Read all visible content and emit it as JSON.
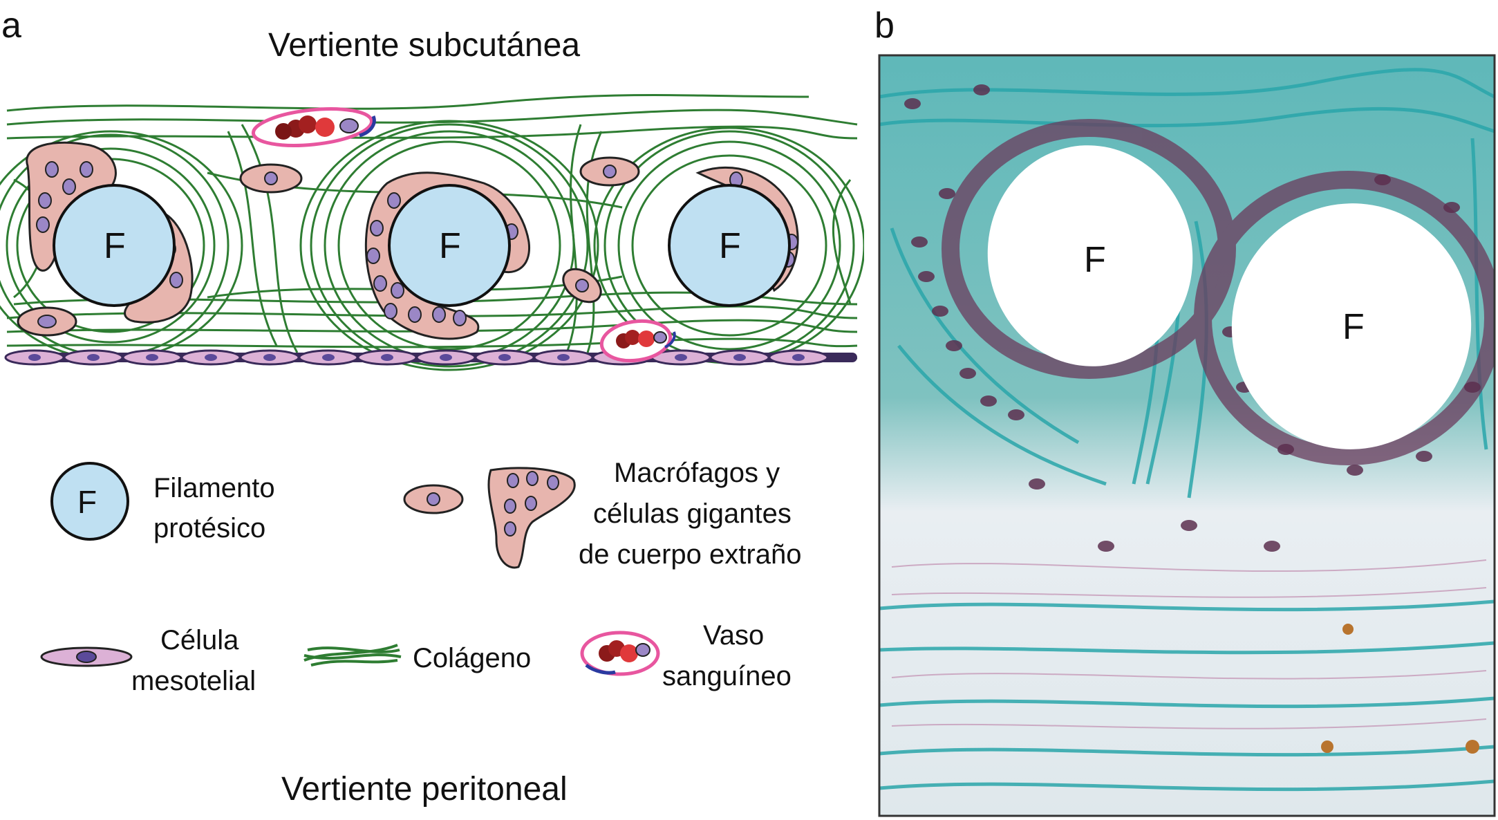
{
  "panel_a": {
    "letter": "a",
    "top_title": "Vertiente subcutánea",
    "bottom_title": "Vertiente peritoneal",
    "filament_letter": "F",
    "legend": {
      "filament": {
        "symbol": "F",
        "line1": "Filamento",
        "line2": "protésico"
      },
      "macrophages": {
        "line1": "Macrófagos y",
        "line2": "células gigantes",
        "line3": "de cuerpo extraño"
      },
      "mesothelial": {
        "line1": "Célula",
        "line2": "mesotelial"
      },
      "collagen": {
        "line1": "Colágeno"
      },
      "vessel": {
        "line1": "Vaso",
        "line2": "sanguíneo"
      }
    }
  },
  "panel_b": {
    "letter": "b",
    "label_left": "F",
    "label_right": "F"
  },
  "colors": {
    "filament": "#bfe0f2",
    "macrophage": "#e7b5ae",
    "nucleus": "#9b87c6",
    "collagen": "#2e7d32",
    "mesothelial": "#dcb1d6",
    "vessel_ring": "#e8569f",
    "blood_cell": "#8b1a1a",
    "stain_teal": "#3fb3b3",
    "stain_purple": "#6b3b5c"
  }
}
